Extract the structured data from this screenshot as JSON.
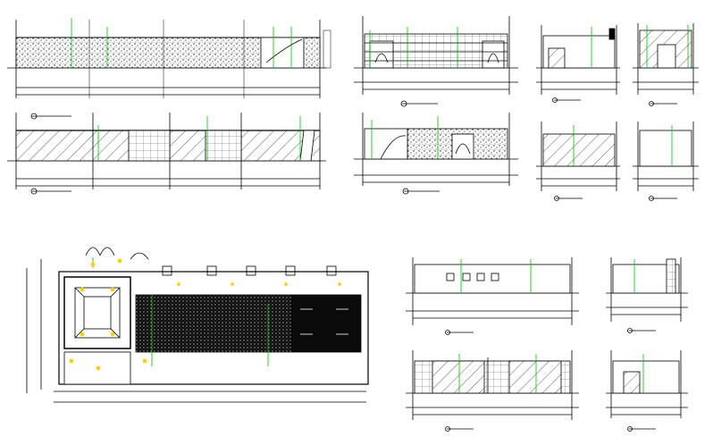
{
  "drawing": {
    "background": "#ffffff",
    "line_color": "#000000",
    "accent_green": "#00c000",
    "accent_yellow": "#ffd000",
    "hatch_color": "#333333"
  },
  "views": [
    {
      "id": "elevation-a",
      "kind": "long elevation with stone cladding"
    },
    {
      "id": "elevation-b",
      "kind": "long elevation with glazed panels"
    },
    {
      "id": "elevation-c",
      "kind": "cabinet elevation with doors"
    },
    {
      "id": "elevation-d",
      "kind": "elevation with stone cladding and doors"
    },
    {
      "id": "elevation-e",
      "kind": "small elevation with door"
    },
    {
      "id": "elevation-f",
      "kind": "small elevation with glazing"
    },
    {
      "id": "elevation-g",
      "kind": "small elevation with glazing"
    },
    {
      "id": "elevation-h",
      "kind": "small elevation blank wall"
    },
    {
      "id": "floor-plan",
      "kind": "reflected ceiling / floor plan"
    },
    {
      "id": "elevation-i",
      "kind": "elevation with wall fixtures"
    },
    {
      "id": "elevation-j",
      "kind": "small elevation with cabinet"
    },
    {
      "id": "elevation-k",
      "kind": "elevation with glazed panels"
    },
    {
      "id": "elevation-l",
      "kind": "small elevation with door"
    }
  ]
}
